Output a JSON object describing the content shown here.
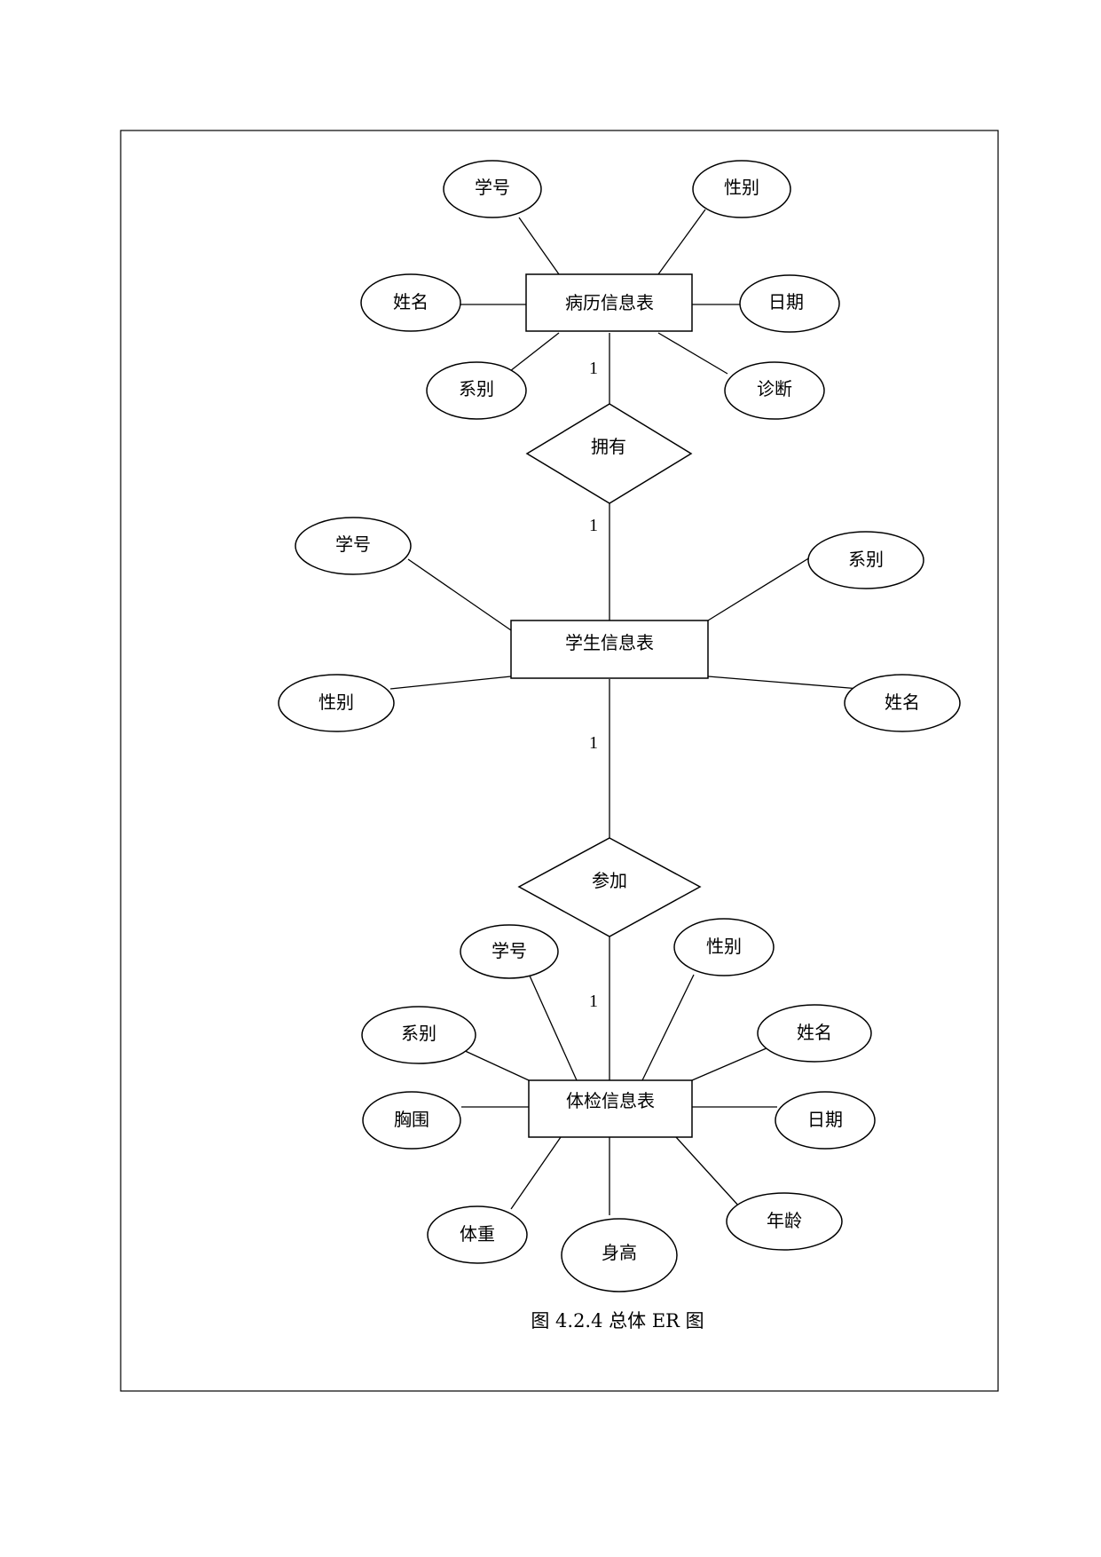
{
  "entities": [
    {
      "id": "medical",
      "label": "病历信息表"
    },
    {
      "id": "student",
      "label": "学生信息表"
    },
    {
      "id": "exam",
      "label": "体检信息表"
    }
  ],
  "relationships": [
    {
      "id": "own",
      "label": "拥有"
    },
    {
      "id": "join",
      "label": "参加"
    }
  ],
  "attributes": [
    {
      "id": "m1",
      "entity": "medical",
      "label": "学号"
    },
    {
      "id": "m2",
      "entity": "medical",
      "label": "性别"
    },
    {
      "id": "m3",
      "entity": "medical",
      "label": "姓名"
    },
    {
      "id": "m4",
      "entity": "medical",
      "label": "日期"
    },
    {
      "id": "m5",
      "entity": "medical",
      "label": "系别"
    },
    {
      "id": "m6",
      "entity": "medical",
      "label": "诊断"
    },
    {
      "id": "s1",
      "entity": "student",
      "label": "学号"
    },
    {
      "id": "s2",
      "entity": "student",
      "label": "系别"
    },
    {
      "id": "s3",
      "entity": "student",
      "label": "性别"
    },
    {
      "id": "s4",
      "entity": "student",
      "label": "姓名"
    },
    {
      "id": "e1",
      "entity": "exam",
      "label": "学号"
    },
    {
      "id": "e2",
      "entity": "exam",
      "label": "性别"
    },
    {
      "id": "e3",
      "entity": "exam",
      "label": "系别"
    },
    {
      "id": "e4",
      "entity": "exam",
      "label": "姓名"
    },
    {
      "id": "e5",
      "entity": "exam",
      "label": "胸围"
    },
    {
      "id": "e6",
      "entity": "exam",
      "label": "日期"
    },
    {
      "id": "e7",
      "entity": "exam",
      "label": "体重"
    },
    {
      "id": "e8",
      "entity": "exam",
      "label": "身高"
    },
    {
      "id": "e9",
      "entity": "exam",
      "label": "年龄"
    }
  ],
  "cardinalities": [
    {
      "id": "c1",
      "label": "1"
    },
    {
      "id": "c2",
      "label": "1"
    },
    {
      "id": "c3",
      "label": "1"
    },
    {
      "id": "c4",
      "label": "1"
    }
  ],
  "caption": "图 4.2.4 总体 ER 图"
}
